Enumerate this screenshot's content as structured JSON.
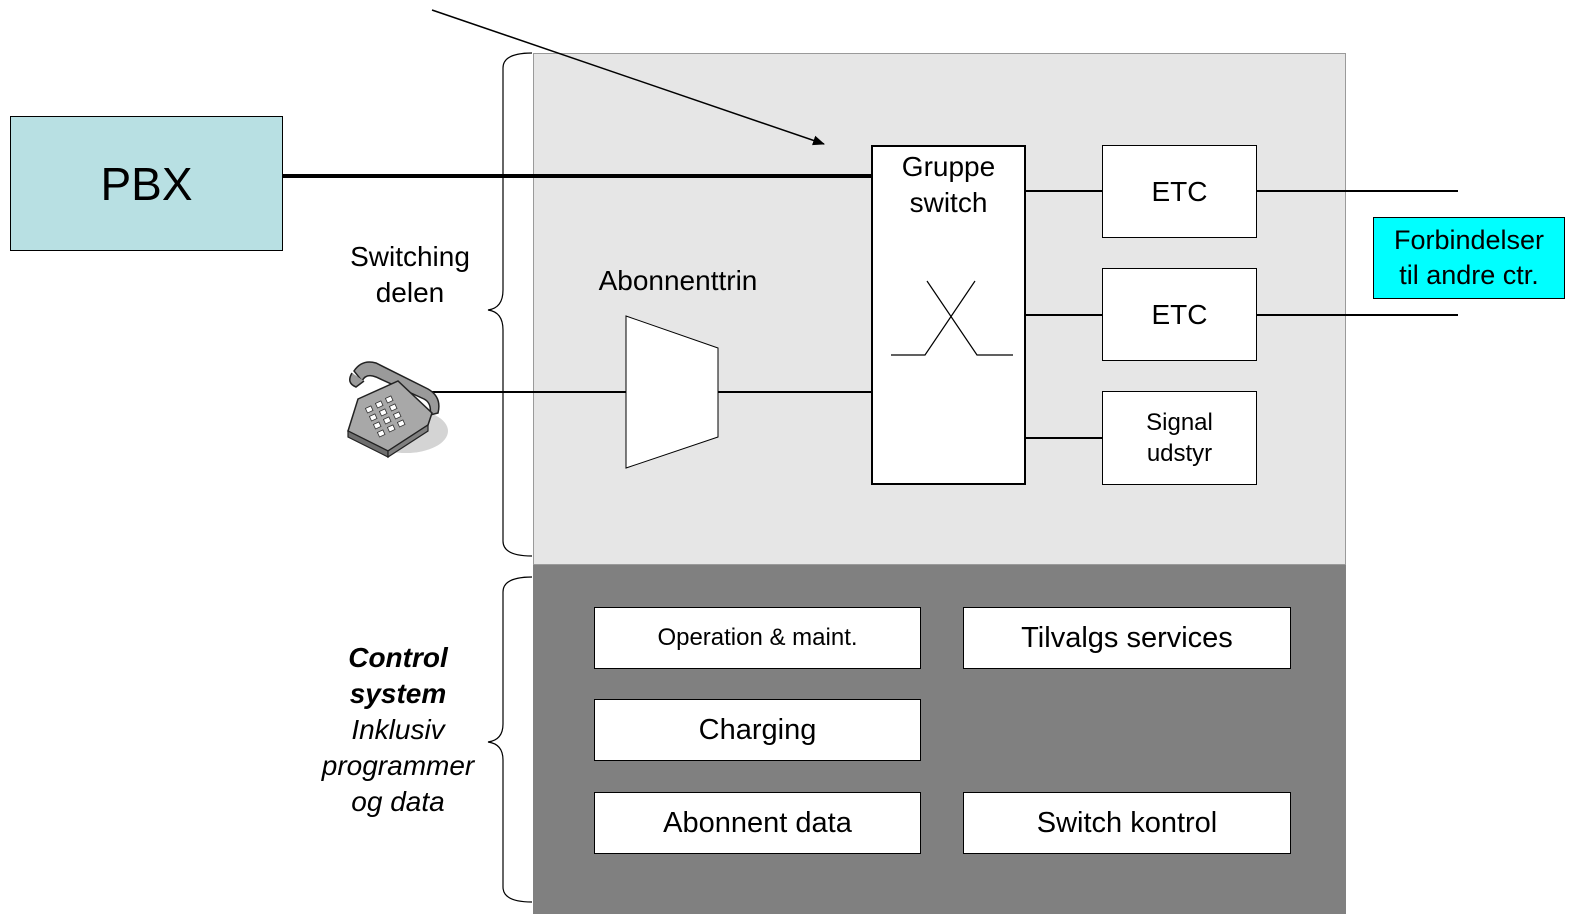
{
  "pbx": {
    "label": "PBX"
  },
  "switching_part": {
    "line1": "Switching",
    "line2": "delen"
  },
  "subscriber_stage": {
    "label": "Abonnenttrin"
  },
  "group_switch": {
    "line1": "Gruppe",
    "line2": "switch"
  },
  "etc_1": {
    "label": "ETC"
  },
  "etc_2": {
    "label": "ETC"
  },
  "signal_equipment": {
    "line1": "Signal",
    "line2": "udstyr"
  },
  "connections_note": {
    "line1": "Forbindelser",
    "line2": "til andre ctr."
  },
  "control_system": {
    "title_line1": "Control",
    "title_line2": "system",
    "sub_line1": "Inklusiv",
    "sub_line2": "programmer",
    "sub_line3": "og data"
  },
  "control_modules": {
    "operation": "Operation & maint.",
    "tilvalgs": "Tilvalgs services",
    "charging": "Charging",
    "abonnent_data": "Abonnent data",
    "switch_kontrol": "Switch kontrol"
  },
  "colors": {
    "switching_bg": "#e6e6e6",
    "control_bg": "#808080",
    "pbx_fill": "#b8e0e3",
    "note_fill": "#00ffff"
  },
  "icons": {
    "telephone": "telephone-icon",
    "pointer_arrow": "arrow-icon",
    "crosspoint": "crosspoint-symbol"
  }
}
